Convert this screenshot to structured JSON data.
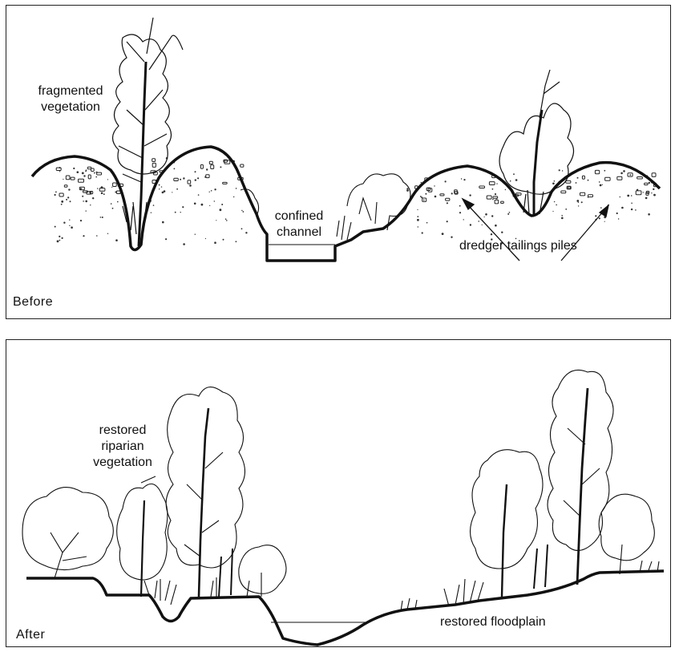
{
  "before": {
    "tag": "Before",
    "labels": {
      "fragmented": [
        "fragmented",
        "vegetation"
      ],
      "confined": [
        "confined",
        "channel"
      ],
      "tailings": "dredger tailings piles"
    }
  },
  "after": {
    "tag": "After",
    "labels": {
      "riparian": [
        "restored",
        "riparian",
        "vegetation"
      ],
      "floodplain": "restored floodplain"
    }
  }
}
